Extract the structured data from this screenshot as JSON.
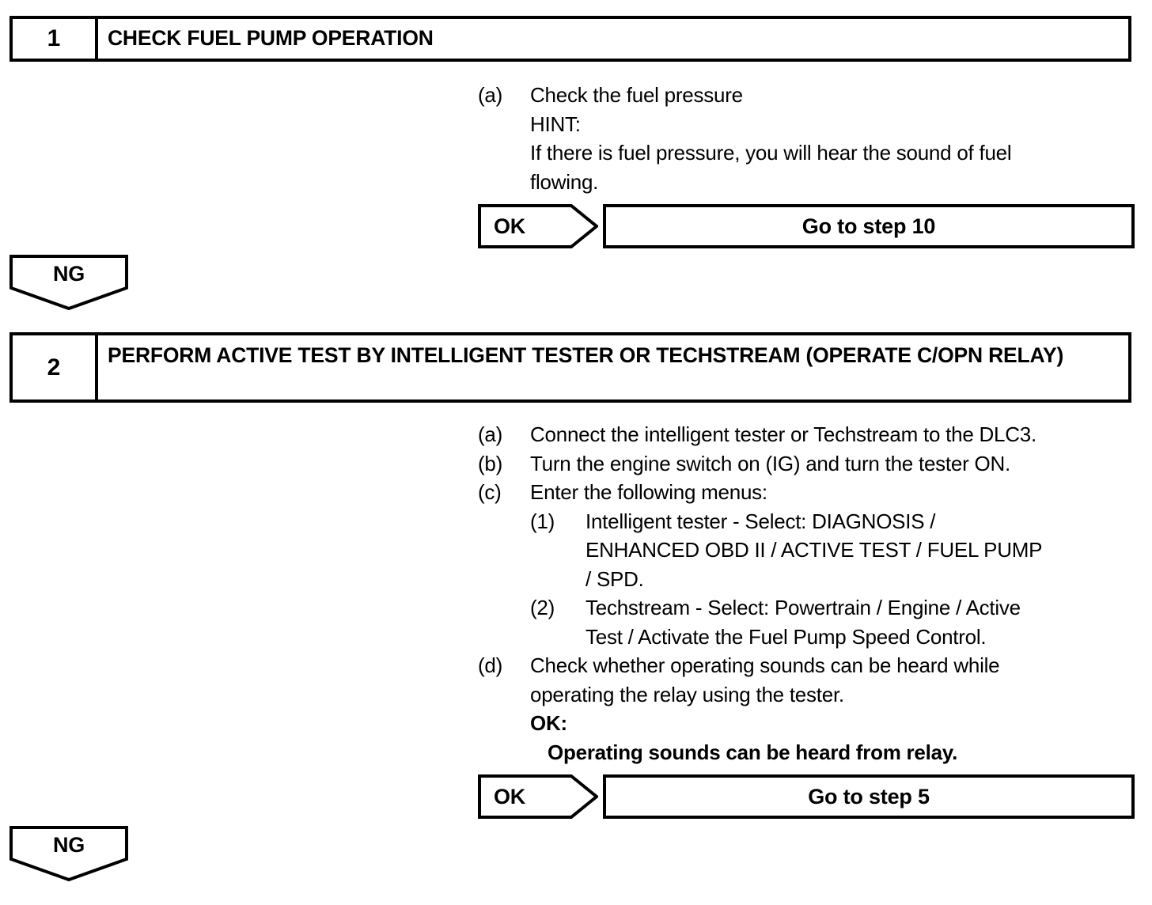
{
  "steps": [
    {
      "number": "1",
      "title": "CHECK FUEL PUMP OPERATION",
      "items": [
        {
          "label": "(a)",
          "lines": [
            "Check the fuel pressure",
            "HINT:",
            "If there is fuel pressure, you will hear the sound of fuel",
            "flowing."
          ]
        }
      ],
      "branch_ok": {
        "badge": "OK",
        "target": "Go to step 10"
      },
      "branch_ng": {
        "badge": "NG"
      }
    },
    {
      "number": "2",
      "title": "PERFORM ACTIVE TEST BY INTELLIGENT TESTER OR TECHSTREAM (OPERATE C/OPN RELAY)",
      "items": [
        {
          "label": "(a)",
          "lines": [
            "Connect the intelligent tester or Techstream to the DLC3."
          ]
        },
        {
          "label": "(b)",
          "lines": [
            "Turn the engine switch on (IG) and turn the tester ON."
          ]
        },
        {
          "label": "(c)",
          "lines": [
            "Enter the following menus:"
          ],
          "subitems": [
            {
              "label": "(1)",
              "lines": [
                "Intelligent tester - Select: DIAGNOSIS /",
                "ENHANCED OBD II / ACTIVE TEST / FUEL PUMP",
                "/ SPD."
              ]
            },
            {
              "label": "(2)",
              "lines": [
                "Techstream - Select: Powertrain / Engine / Active",
                "Test / Activate the Fuel Pump Speed Control."
              ]
            }
          ]
        },
        {
          "label": "(d)",
          "lines": [
            "Check whether operating sounds can be heard while",
            "operating the relay using the tester."
          ],
          "ok_label": "OK:",
          "ok_result": "Operating sounds can be heard from relay."
        }
      ],
      "branch_ok": {
        "badge": "OK",
        "target": "Go to step 5"
      },
      "branch_ng": {
        "badge": "NG"
      }
    }
  ],
  "colors": {
    "line": "#000000",
    "background": "#ffffff"
  }
}
